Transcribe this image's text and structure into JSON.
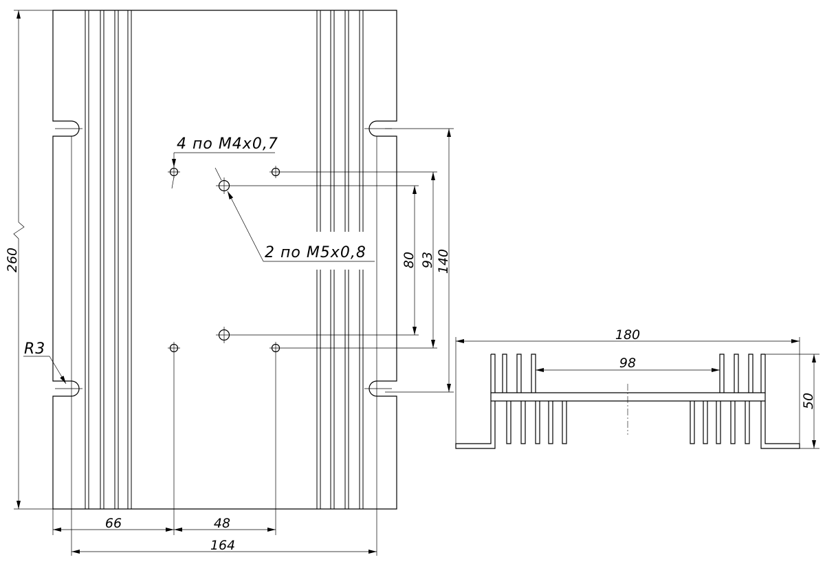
{
  "callouts": {
    "m4_holes": "4 по M4x0,7",
    "m5_holes": "2 по M5x0,8",
    "radius": "R3"
  },
  "dimensions": {
    "total_length": "260",
    "hole_offset": "66",
    "m4_spacing_x": "48",
    "slot_spacing_x": "164",
    "m5_spacing_y": "80",
    "m4_spacing_y": "93",
    "slot_spacing_y": "140",
    "profile_width": "180",
    "profile_inner_width": "98",
    "profile_height": "50"
  }
}
